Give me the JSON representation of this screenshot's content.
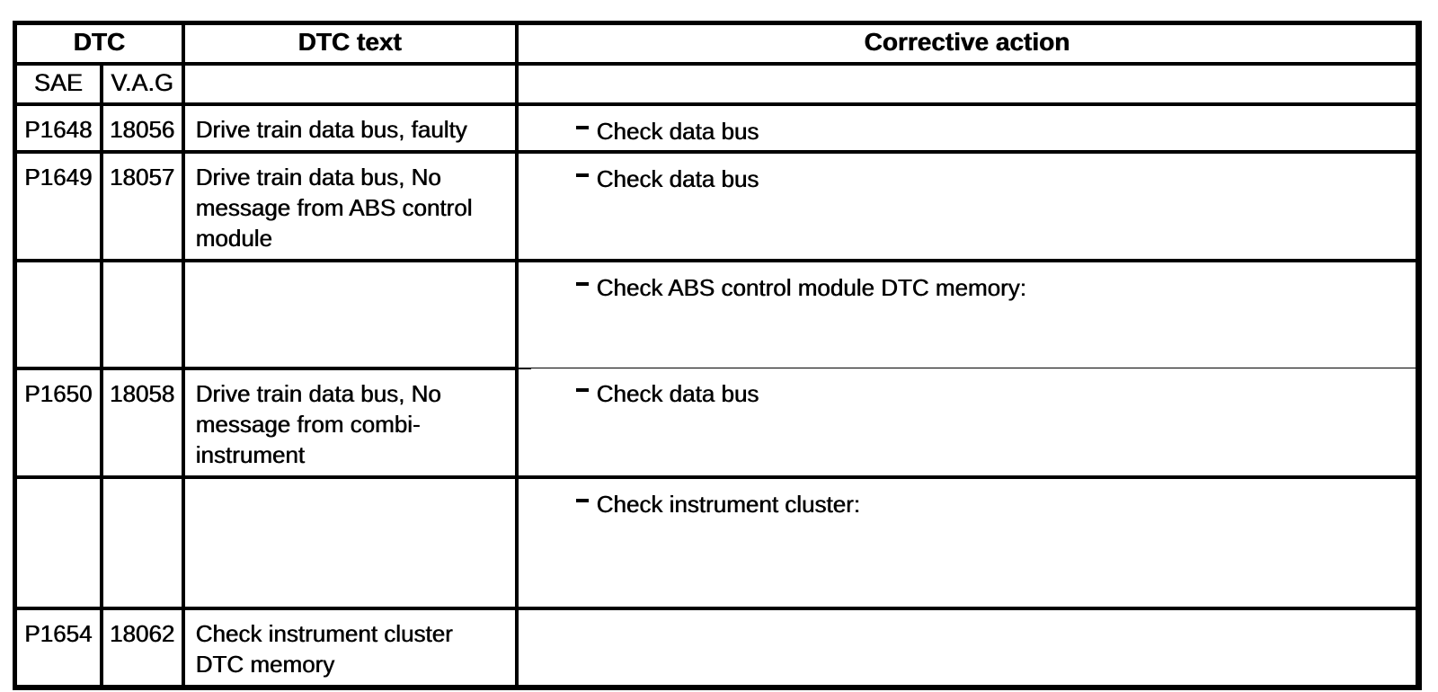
{
  "table": {
    "headers": {
      "dtc": "DTC",
      "dtc_text": "DTC text",
      "corrective": "Corrective action",
      "sae": "SAE",
      "vag": "V.A.G"
    },
    "rows": [
      {
        "sae": "P1648",
        "vag": "18056",
        "text": "Drive train data bus, faulty",
        "action": "Check data bus"
      },
      {
        "sae": "P1649",
        "vag": "18057",
        "text": "Drive train data bus, No\nmessage from ABS control\nmodule",
        "action": "Check data bus"
      },
      {
        "sae": "",
        "vag": "",
        "text": "",
        "action": "Check ABS control module DTC memory:"
      },
      {
        "sae": "P1650",
        "vag": "18058",
        "text": "Drive train data bus, No\nmessage from combi-\ninstrument",
        "action": "Check data bus"
      },
      {
        "sae": "",
        "vag": "",
        "text": "",
        "action": "Check instrument cluster:"
      },
      {
        "sae": "P1654",
        "vag": "18062",
        "text": "Check instrument cluster\nDTC memory",
        "action": ""
      }
    ],
    "colors": {
      "border": "#000000",
      "background": "#ffffff",
      "text": "#000000"
    }
  }
}
